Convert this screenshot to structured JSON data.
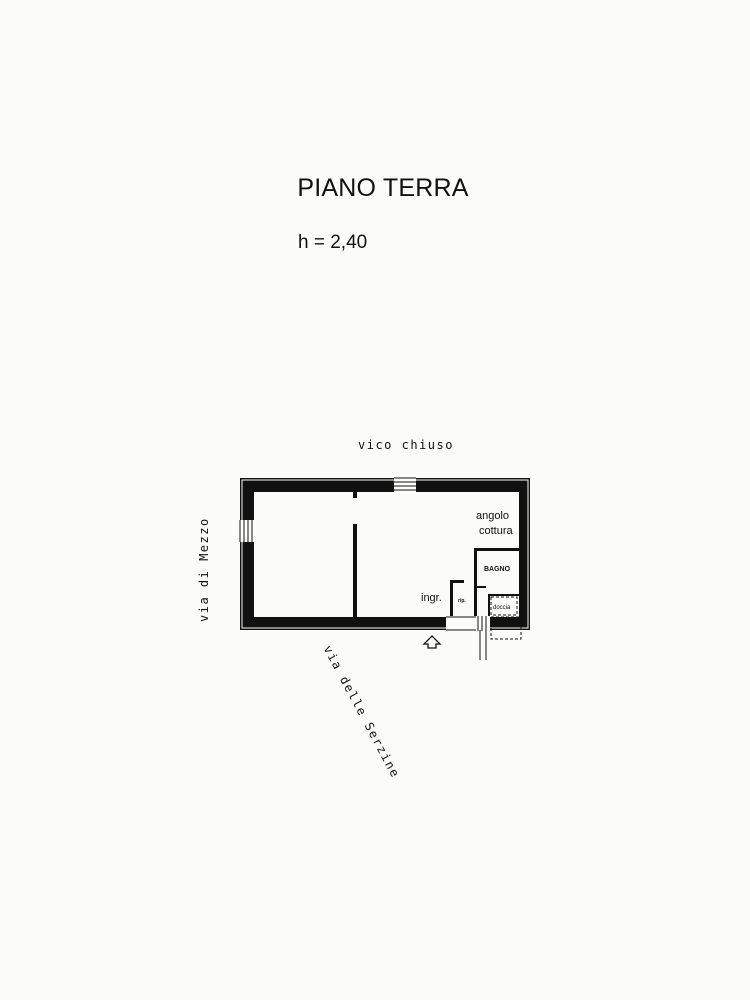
{
  "header": {
    "title": "PIANO TERRA",
    "height": "h = 2,40"
  },
  "streets": {
    "top": "vico chiuso",
    "left": "via di Mezzo",
    "bottom": "via delle Serzine"
  },
  "rooms": {
    "angolo_line1": "angolo",
    "angolo_line2": "cottura",
    "bagno": "BAGNO",
    "ingresso": "ingr.",
    "ripostiglio": "rip.",
    "doccia": "doccia"
  },
  "colors": {
    "ink": "#111111",
    "paper": "#fbfbfa"
  }
}
